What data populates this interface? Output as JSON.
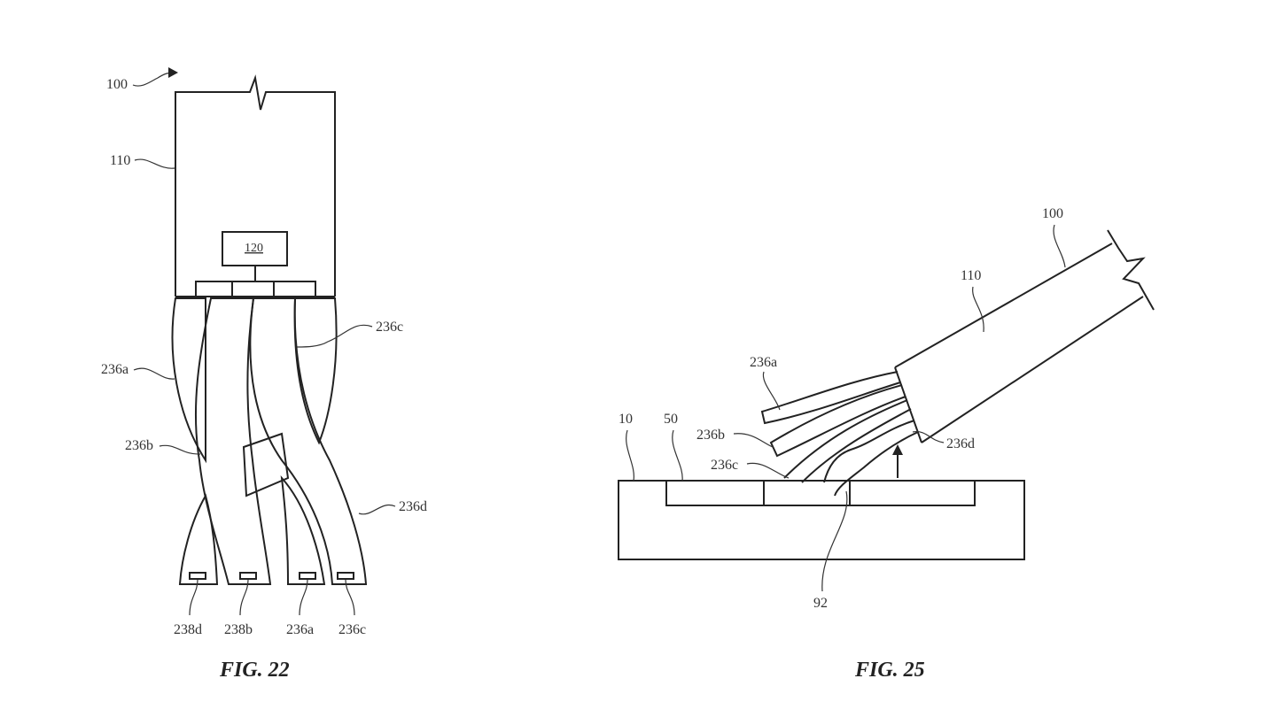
{
  "figures": [
    {
      "caption": "FIG. 22",
      "labels": {
        "device": "100",
        "housing": "110",
        "controller": "120",
        "strand_a": "236a",
        "strand_b": "236b",
        "strand_c": "236c",
        "strand_d": "236d",
        "bottom": [
          "238d",
          "238b",
          "236a",
          "236c"
        ]
      }
    },
    {
      "caption": "FIG. 25",
      "labels": {
        "device": "100",
        "housing": "110",
        "strand_a": "236a",
        "strand_b": "236b",
        "strand_c": "236c",
        "strand_d": "236d",
        "substrate": "10",
        "layer": "50",
        "region": "92"
      }
    }
  ]
}
